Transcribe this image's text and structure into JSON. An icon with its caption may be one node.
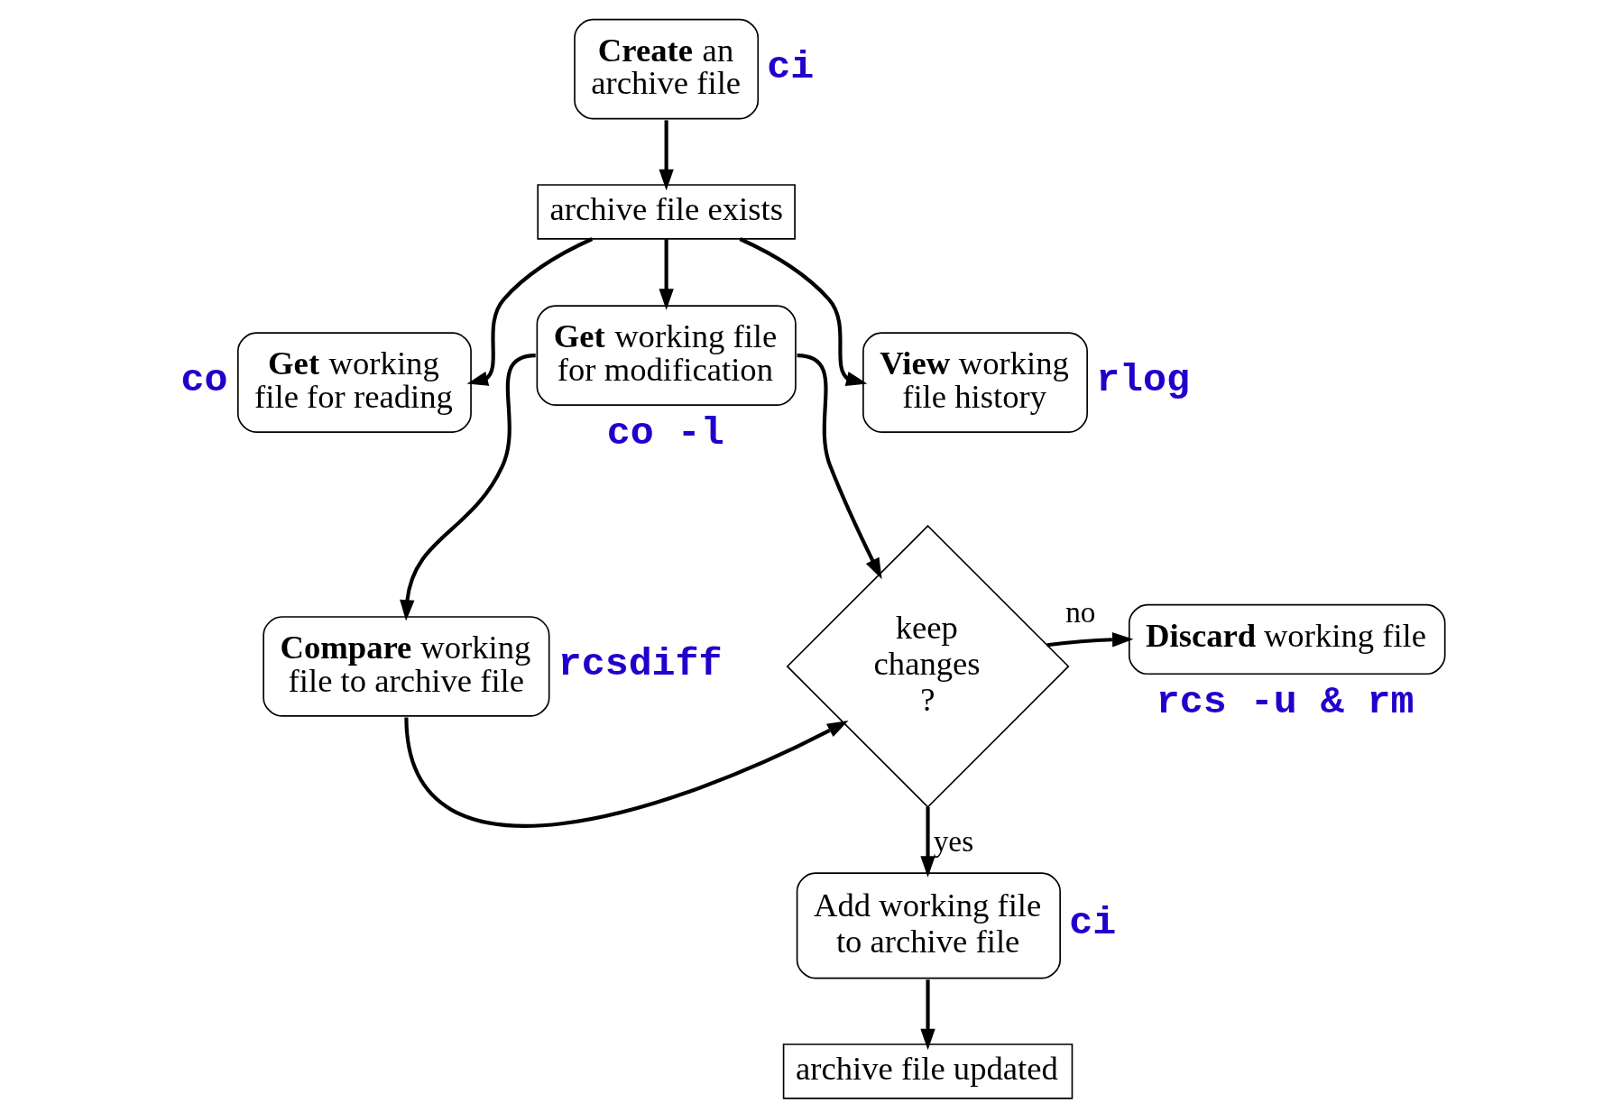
{
  "diagram": {
    "nodes": [
      {
        "text": [
          "**Create** an archive file"
        ],
        "beside": [
          "ci"
        ]
      },
      {
        "text": [
          "archive file exists"
        ]
      },
      {
        "text": [
          "**Get** working file for reading"
        ],
        "beside": [
          "co"
        ]
      },
      {
        "text": [
          "**Get** working file for modification"
        ],
        "beside": [
          "co -l"
        ]
      },
      {
        "text": [
          "**View** working file history"
        ],
        "beside": [
          "rlog"
        ]
      },
      {
        "text": [
          "**Compare** working file to archive file"
        ],
        "beside": [
          "rcsdiff"
        ]
      },
      {
        "text": [
          "keep changes ?"
        ]
      },
      {
        "text": [
          "**Discard** working file"
        ],
        "beside": [
          "rcs -u & rm"
        ]
      },
      {
        "text": [
          "Add working file to archive file"
        ],
        "beside": [
          "ci"
        ]
      },
      {
        "text": [
          "archive file updated"
        ]
      }
    ],
    "edges": [
      {
        "from": 0,
        "to": 1,
        "arrow": "to"
      },
      {
        "from": 1,
        "to": 2,
        "arrow": "to"
      },
      {
        "from": 1,
        "to": 3,
        "arrow": "to"
      },
      {
        "from": 1,
        "to": 4,
        "arrow": "to"
      },
      {
        "from": 3,
        "to": 6,
        "arrow": "to"
      },
      {
        "from": 3,
        "to": 5,
        "arrow": "to"
      },
      {
        "from": 5,
        "to": 6,
        "arrow": "to"
      },
      {
        "from": 6,
        "to": 7,
        "arrow": "to",
        "label": "no"
      },
      {
        "from": 6,
        "to": 8,
        "arrow": "to",
        "label": "yes"
      },
      {
        "from": 8,
        "to": 9,
        "arrow": "to"
      }
    ]
  }
}
